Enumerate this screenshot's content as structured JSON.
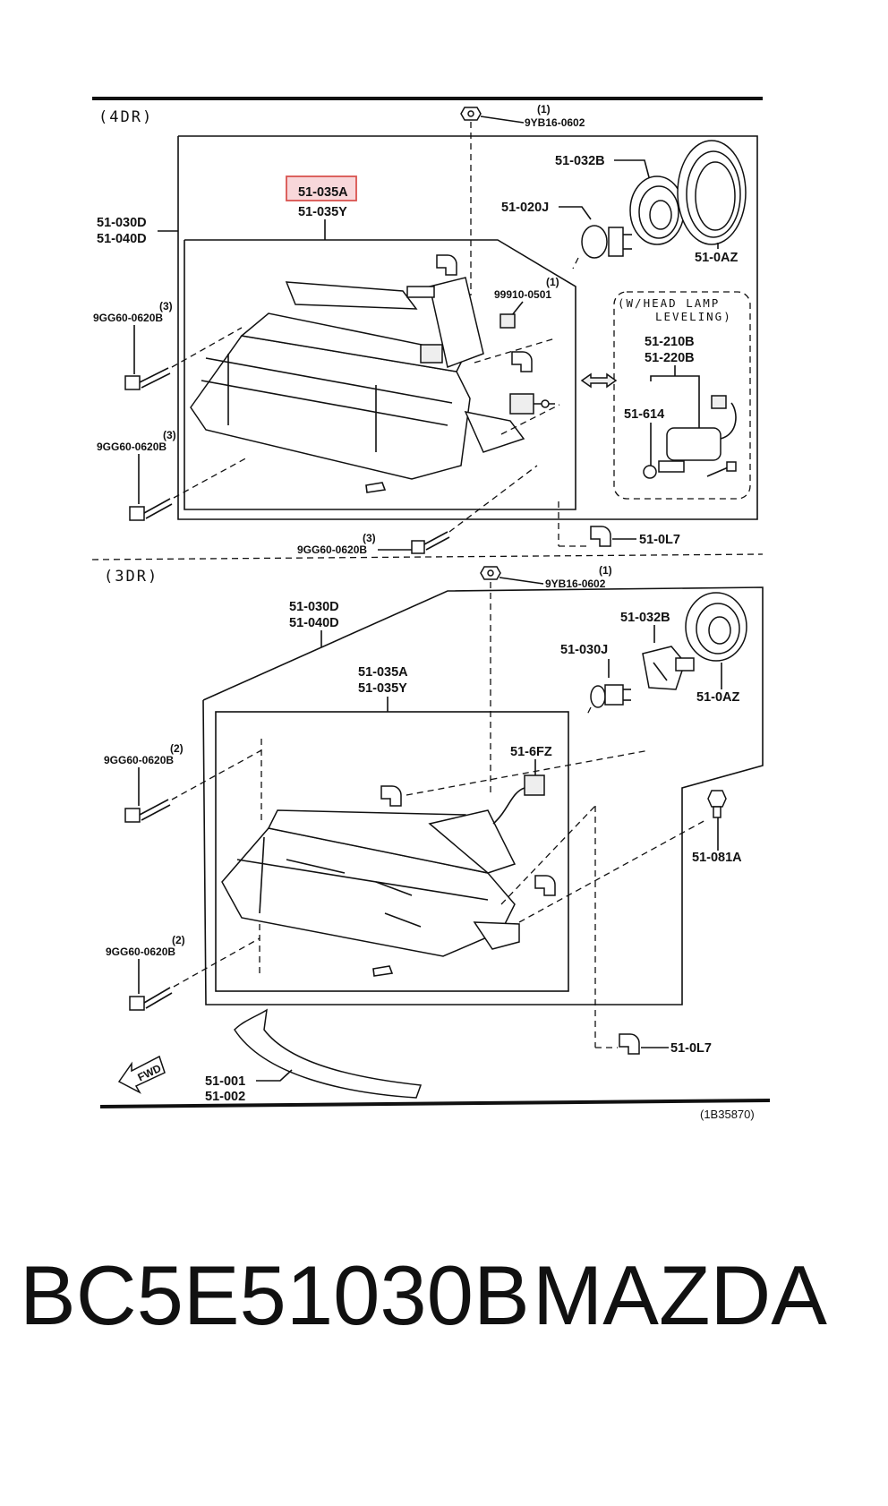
{
  "sections": {
    "top": "(4DR)",
    "bottom": "(3DR)"
  },
  "top": {
    "headlamp_assembly": [
      "51-030D",
      "51-040D"
    ],
    "lens_unit": [
      "51-035A",
      "51-035Y"
    ],
    "bolt_upper": {
      "part": "9GG60-0620B",
      "qty": "(3)"
    },
    "bolt_lower": {
      "part": "9GG60-0620B",
      "qty": "(3)"
    },
    "bolt_bottom": {
      "part": "9GG60-0620B",
      "qty": "(3)"
    },
    "nut_top": {
      "part": "9YB16-0602",
      "qty": "(1)"
    },
    "clip": {
      "part": "99910-0501",
      "qty": "(1)"
    },
    "bulb": "51-020J",
    "socket_cover": "51-032B",
    "dust_cap": "51-0AZ",
    "side_bulb": "51-0L7",
    "leveling": {
      "title_1": "(W/HEAD LAMP",
      "title_2": "LEVELING)",
      "motor": [
        "51-210B",
        "51-220B"
      ],
      "connector": "51-614"
    }
  },
  "bottom": {
    "headlamp_assembly": [
      "51-030D",
      "51-040D"
    ],
    "lens_unit": [
      "51-035A",
      "51-035Y"
    ],
    "bolt_upper": {
      "part": "9GG60-0620B",
      "qty": "(2)"
    },
    "bolt_lower": {
      "part": "9GG60-0620B",
      "qty": "(2)"
    },
    "nut_top": {
      "part": "9YB16-0602",
      "qty": "(1)"
    },
    "bulb": "51-030J",
    "socket_cover": "51-032B",
    "dust_cap": "51-0AZ",
    "harness": "51-6FZ",
    "bracket_bulb": "51-081A",
    "side_bulb": "51-0L7",
    "trim": [
      "51-001",
      "51-002"
    ],
    "fwd": "FWD"
  },
  "diagram_ref": "(1B35870)",
  "footer": {
    "part_number": "BC5E51030B",
    "brand": "MAZDA"
  }
}
